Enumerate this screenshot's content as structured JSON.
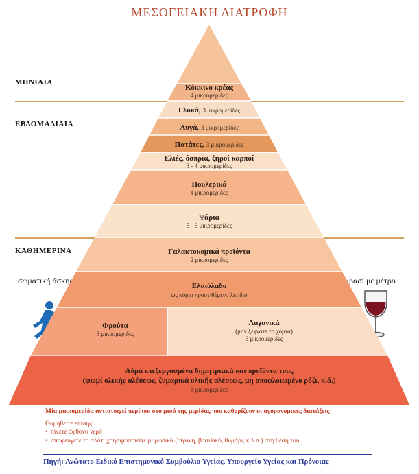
{
  "title": "ΜΕΣΟΓΕΙΑΚΗ ΔΙΑΤΡΟΦΗ",
  "bands": {
    "monthly": "ΜΗΝΙΑΙΑ",
    "weekly": "ΕΒΔΟΜΑΔΙΑΙΑ",
    "daily": "ΚΑΘΗΜΕΡΙΝΑ"
  },
  "side": {
    "exercise": "σωματική άσκηση",
    "wine": "κρασί με μέτρο"
  },
  "pyramid": {
    "red_meat": {
      "name": "Κόκκινο κρέας",
      "portions": "4 μικρομερίδες"
    },
    "sweets": {
      "name": "Γλυκά,",
      "portions": "3 μικρομερίδες"
    },
    "eggs": {
      "name": "Αυγά,",
      "portions": "3 μικρομερίδες"
    },
    "potatoes": {
      "name": "Πατάτες,",
      "portions": "3 μικρομερίδες"
    },
    "olives": {
      "name": "Ελιές, όσπρια, ξηροί καρποί",
      "portions": "3 - 4 μικρομερίδες"
    },
    "poultry": {
      "name": "Πουλερικά",
      "portions": "4 μικρομερίδες"
    },
    "fish": {
      "name": "Ψάρια",
      "portions": "5 - 6 μικρομερίδες"
    },
    "dairy": {
      "name": "Γαλακτοκομικά προϊόντα",
      "portions": "2 μικρομερίδες"
    },
    "olive_oil": {
      "name": "Ελαιόλαδο",
      "portions": "ως κύριο προστιθέμενο λιπίδιο"
    },
    "fruits": {
      "name": "Φρούτα",
      "portions": "3 μικρομερίδες"
    },
    "vegetables": {
      "name": "Λαχανικά",
      "note": "(μην ξεχνάτε τα χόρτα)",
      "portions": "6 μικρομερίδες"
    },
    "grains": {
      "name1": "Αδρά επεξεργασμένα δημητριακά και προϊόντα τους",
      "name2": "(ψωμί ολικής αλέσεως, ζυμαρικά ολικής αλέσεως, μη αποφλοιωμένο ρύζι, κ.ά.)",
      "portions": "8 μικρομερίδες"
    }
  },
  "footer": {
    "note": "Μία μικρομερίδα αντιστοιχεί περίπου στο μισό της μερίδας που καθορίζουν οι αγορανομικές διατάξεις",
    "remember": "Θυμηθείτε επίσης:",
    "bullet1": "πίνετε άφθονο νερό",
    "bullet2": "αποφεύγετε το αλάτι χρησιμοποιείτε μυρωδικά (ρίγανη, βασιλικό, θυμάρι, κ.λ.π.) στη θέση του",
    "source": "Πηγή: Ανώτατο Ειδικό Επιστημονικό Συμβούλιο Υγείας, Υπουργείο Υγείας και Πρόνοιας"
  },
  "colors": {
    "title": "#b5462b",
    "band_line": "#d4a15f",
    "exercise_icon": "#1f6bb5",
    "wine": "#7a1422"
  }
}
